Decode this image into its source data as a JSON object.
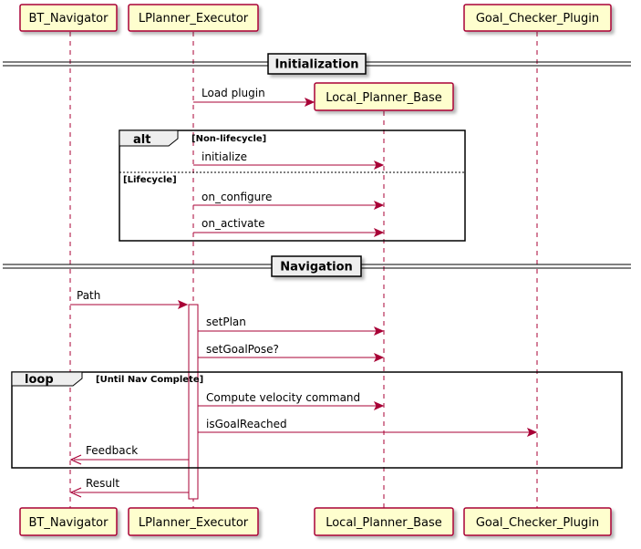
{
  "colors": {
    "participant_fill": "#FEFECE",
    "participant_border": "#A80036",
    "arrow": "#A80036",
    "frame_border": "#000000",
    "divider_fill": "#EEEEEE"
  },
  "participants": [
    {
      "id": "bt",
      "label": "BT_Navigator"
    },
    {
      "id": "lpe",
      "label": "LPlanner_Executor"
    },
    {
      "id": "lpb",
      "label": "Local_Planner_Base"
    },
    {
      "id": "gcp",
      "label": "Goal_Checker_Plugin"
    }
  ],
  "dividers": [
    {
      "label": "Initialization"
    },
    {
      "label": "Navigation"
    }
  ],
  "messages": [
    {
      "from": "lpe",
      "to": "lpb",
      "label": "Load plugin",
      "creates": true
    },
    {
      "from": "lpe",
      "to": "lpb",
      "label": "initialize"
    },
    {
      "from": "lpe",
      "to": "lpb",
      "label": "on_configure"
    },
    {
      "from": "lpe",
      "to": "lpb",
      "label": "on_activate"
    },
    {
      "from": "bt",
      "to": "lpe",
      "label": "Path"
    },
    {
      "from": "lpe",
      "to": "lpb",
      "label": "setPlan"
    },
    {
      "from": "lpe",
      "to": "lpb",
      "label": "setGoalPose?"
    },
    {
      "from": "lpe",
      "to": "lpb",
      "label": "Compute velocity command"
    },
    {
      "from": "lpe",
      "to": "gcp",
      "label": "isGoalReached"
    },
    {
      "from": "lpe",
      "to": "bt",
      "label": "Feedback"
    },
    {
      "from": "lpe",
      "to": "bt",
      "label": "Result"
    }
  ],
  "fragments": [
    {
      "kind": "alt",
      "guard": "[Non-lifecycle]",
      "else_guard": "[Lifecycle]"
    },
    {
      "kind": "loop",
      "guard": "[Until Nav Complete]"
    }
  ]
}
